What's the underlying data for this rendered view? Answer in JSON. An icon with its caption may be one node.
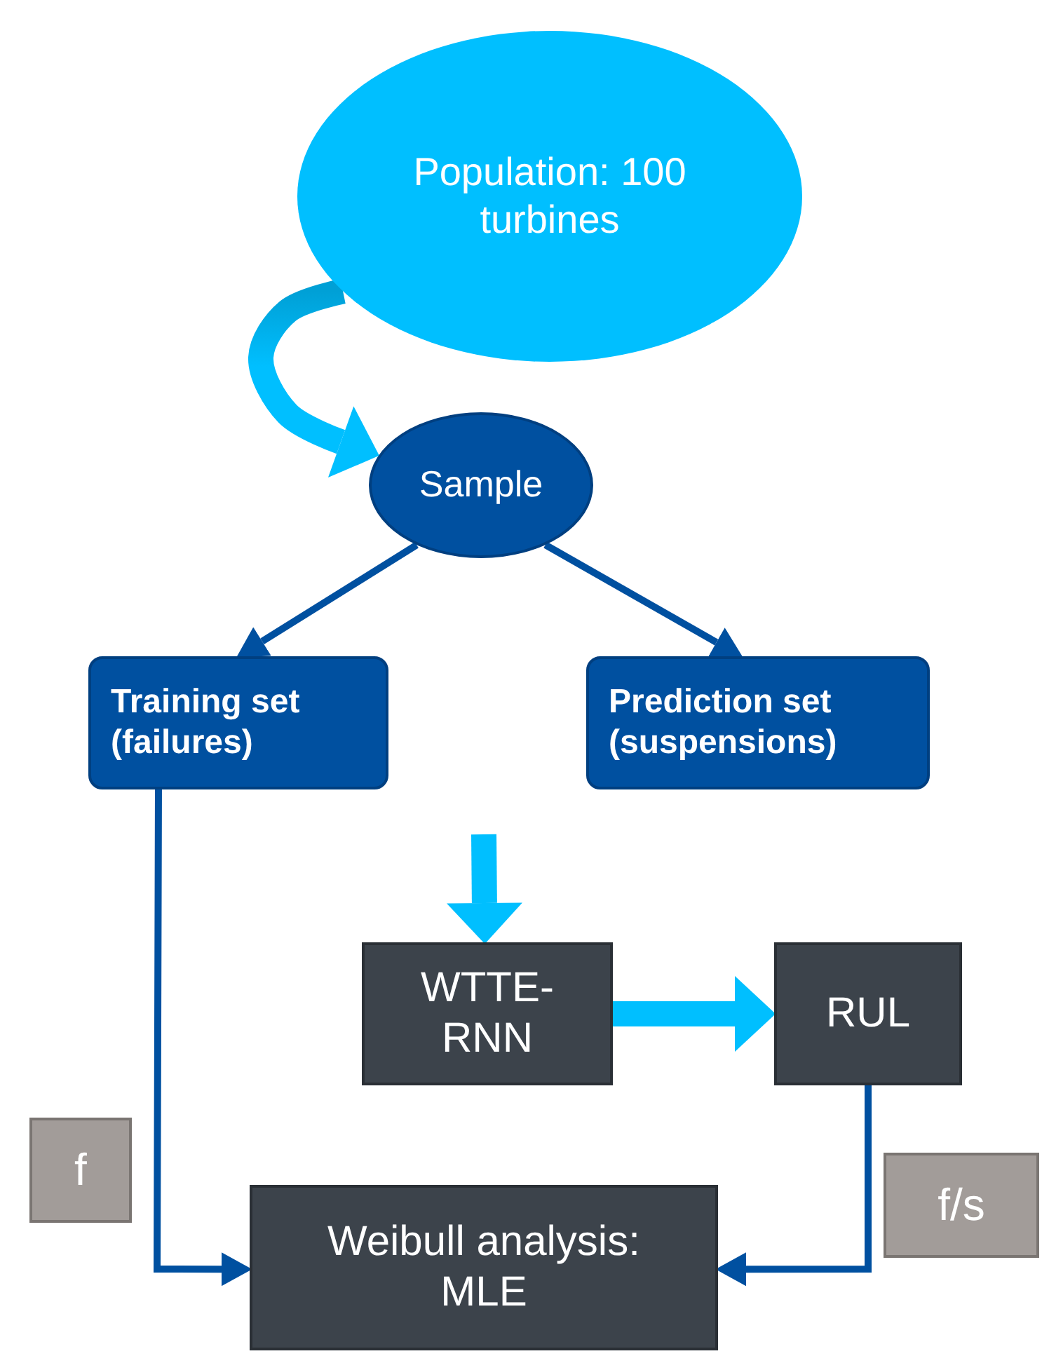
{
  "diagram": {
    "nodes": [
      {
        "text": [
          "Population: 100 turbines"
        ]
      },
      {
        "text": [
          "Sample"
        ]
      },
      {
        "text": [
          "Training set (failures)"
        ]
      },
      {
        "text": [
          "Prediction set (suspensions)"
        ]
      },
      {
        "text": [
          "WTTE-RNN"
        ]
      },
      {
        "text": [
          "RUL"
        ]
      },
      {
        "text": [
          "Weibull analysis: MLE"
        ]
      },
      {
        "text": [
          "f"
        ]
      },
      {
        "text": [
          "f/s"
        ]
      }
    ],
    "edges": [
      {
        "from": 0,
        "to": 1,
        "arrow": "to",
        "style": "thick",
        "color": "#00bfff"
      },
      {
        "from": 1,
        "to": 2,
        "arrow": "to"
      },
      {
        "from": 1,
        "to": 3,
        "arrow": "to"
      },
      {
        "from": null,
        "to": 4,
        "arrow": "to",
        "style": "thick",
        "color": "#00bfff"
      },
      {
        "from": 4,
        "to": 5,
        "arrow": "to",
        "style": "thick",
        "color": "#00bfff"
      },
      {
        "from": 2,
        "to": 6,
        "arrow": "to"
      },
      {
        "from": 5,
        "to": 6,
        "arrow": "to"
      }
    ]
  }
}
